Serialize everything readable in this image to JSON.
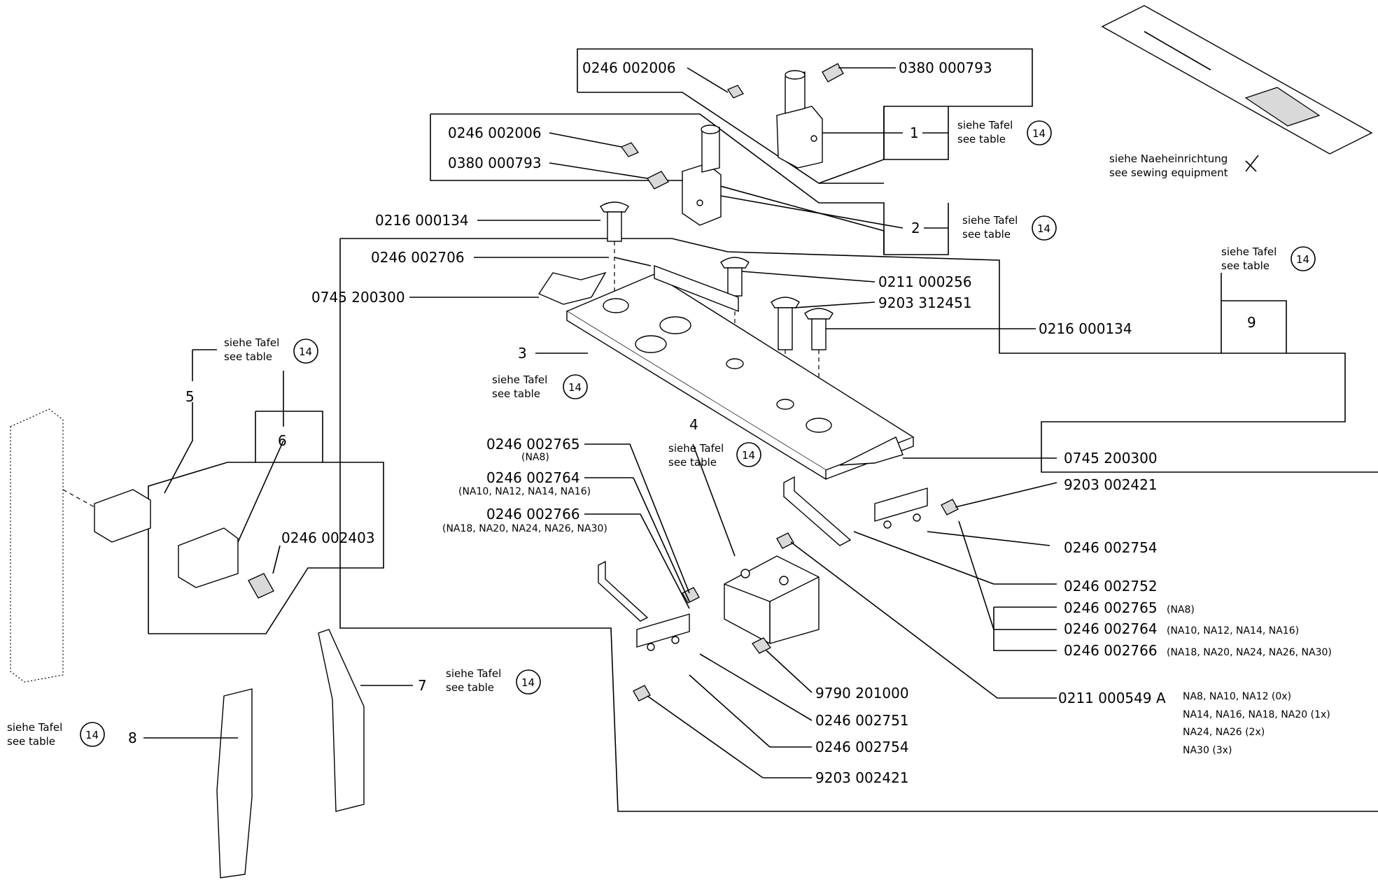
{
  "labels": {
    "p0246_002006_top": "0246 002006",
    "p0380_000793_top": "0380 000793",
    "p0246_002006_mid": "0246 002006",
    "p0380_000793_mid": "0380 000793",
    "p0216_000134_left": "0216 000134",
    "p0246_002706": "0246 002706",
    "p0745_200300_left": "0745 200300",
    "p0211_000256": "0211 000256",
    "p9203_312451": "9203 312451",
    "p0216_000134_right": "0216 000134",
    "p0745_200300_right": "0745 200300",
    "p9203_002421_right": "9203 002421",
    "p0246_002754_right": "0246 002754",
    "p0246_002752": "0246 002752",
    "p0246_002765_right": "0246 002765",
    "p0246_002765_right_note": "(NA8)",
    "p0246_002764_right": "0246 002764",
    "p0246_002764_right_note": "(NA10, NA12, NA14, NA16)",
    "p0246_002766_right": "0246 002766",
    "p0246_002766_right_note": "(NA18, NA20, NA24, NA26, NA30)",
    "p0211_000549A": "0211 000549 A",
    "p9790_201000": "9790 201000",
    "p0246_002751": "0246 002751",
    "p0246_002754_bottom": "0246 002754",
    "p9203_002421_bottom": "9203 002421",
    "p0246_002765_left": "0246 002765",
    "p0246_002765_left_note": "(NA8)",
    "p0246_002764_left": "0246 002764",
    "p0246_002764_left_note": "(NA10, NA12, NA14, NA16)",
    "p0246_002766_left": "0246 002766",
    "p0246_002766_left_note": "(NA18, NA20, NA24, NA26, NA30)",
    "p0246_002403": "0246 002403"
  },
  "na_table": [
    "NA8, NA10, NA12  (0x)",
    "NA14, NA16, NA18, NA20  (1x)",
    "NA24, NA26  (2x)",
    "NA30  (3x)"
  ],
  "item_numbers": {
    "n1": "1",
    "n2": "2",
    "n3": "3",
    "n4": "4",
    "n5": "5",
    "n6": "6",
    "n7": "7",
    "n8": "8",
    "n9": "9"
  },
  "see_table": {
    "de": "siehe Tafel",
    "en": "see table",
    "table_no": "14"
  },
  "sewing_equipment": {
    "de": "siehe Naeheinrichtung",
    "en": "see sewing equipment"
  }
}
